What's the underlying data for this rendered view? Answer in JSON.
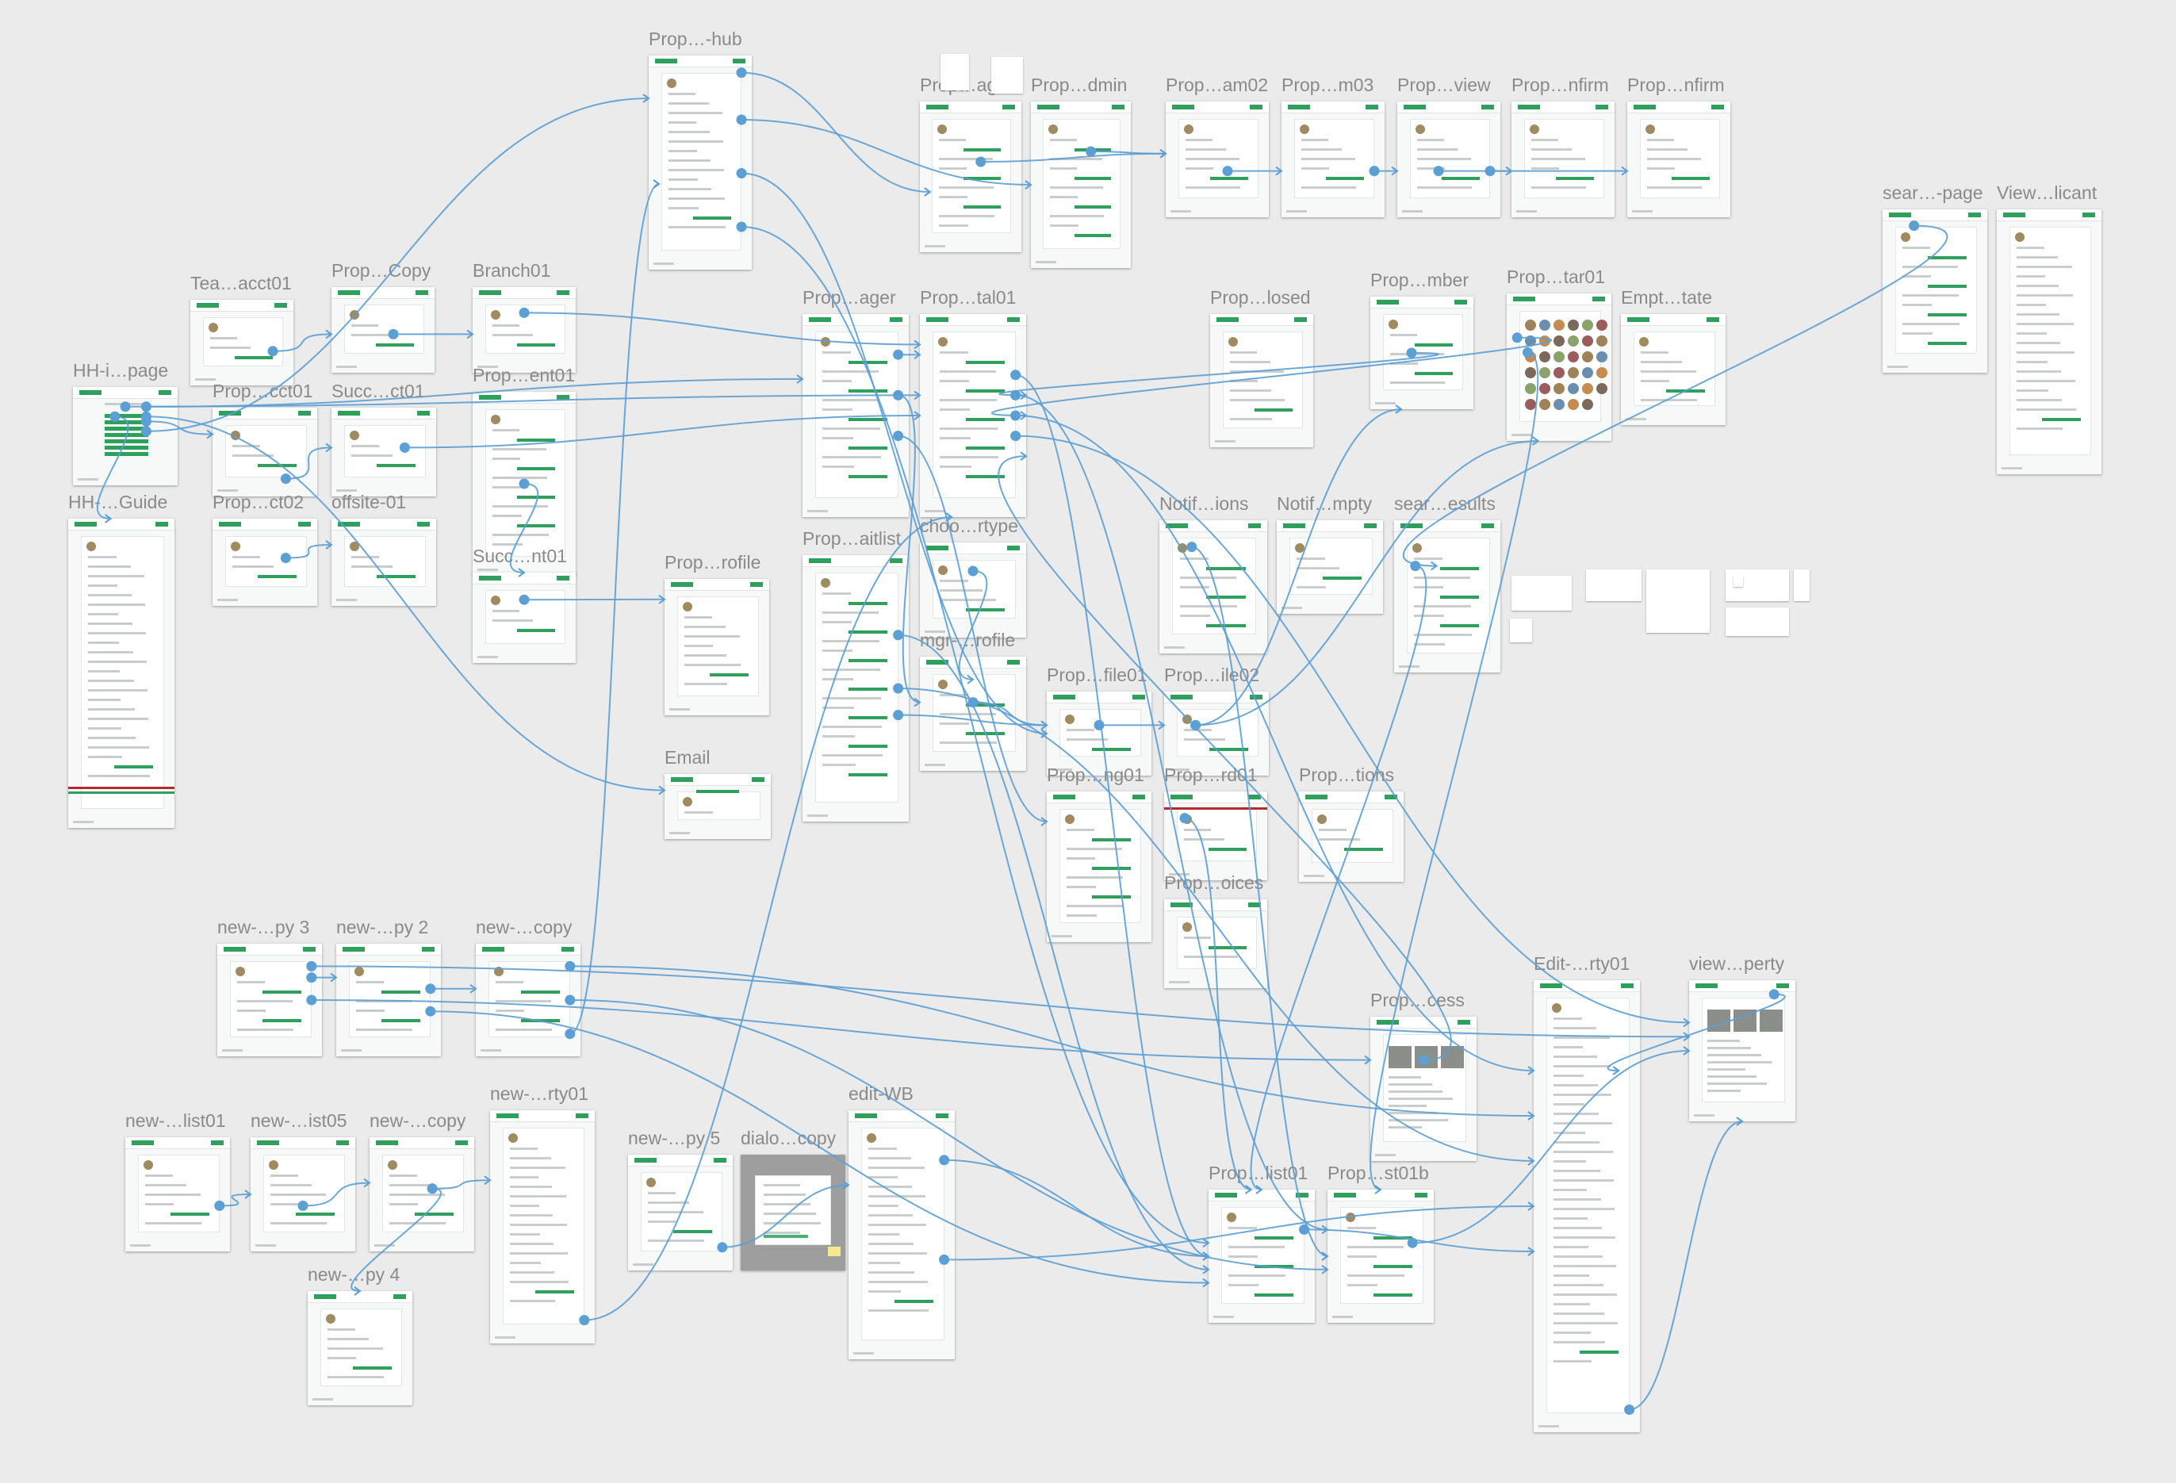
{
  "canvas": {
    "background": "#ebebeb",
    "wire_color": "#5b9fd4",
    "accent": "#2f9f5c",
    "alert": "#b52a2a",
    "sticky": "#f6e98d"
  },
  "floating_label": "",
  "boards": [
    {
      "id": "b_hub",
      "title": "Prop…-hub",
      "variant": "profile"
    },
    {
      "id": "b_ager1",
      "title": "Prop…ager",
      "variant": "list"
    },
    {
      "id": "b_dmin",
      "title": "Prop…dmin",
      "variant": "list"
    },
    {
      "id": "b_am02",
      "title": "Prop…am02",
      "variant": "form"
    },
    {
      "id": "b_m03",
      "title": "Prop…m03",
      "variant": "form"
    },
    {
      "id": "b_view",
      "title": "Prop…view",
      "variant": "form"
    },
    {
      "id": "b_nfirm1",
      "title": "Prop…nfirm",
      "variant": "form"
    },
    {
      "id": "b_nfirm2",
      "title": "Prop…nfirm",
      "variant": "form"
    },
    {
      "id": "b_tea",
      "title": "Tea…acct01",
      "variant": "form"
    },
    {
      "id": "b_copy",
      "title": "Prop…Copy",
      "variant": "form"
    },
    {
      "id": "b_branch",
      "title": "Branch01",
      "variant": "form"
    },
    {
      "id": "b_ager2",
      "title": "Prop…ager",
      "variant": "list"
    },
    {
      "id": "b_tal01",
      "title": "Prop…tal01",
      "variant": "list"
    },
    {
      "id": "b_losed",
      "title": "Prop…losed",
      "variant": "form"
    },
    {
      "id": "b_mber",
      "title": "Prop…mber",
      "variant": "list"
    },
    {
      "id": "b_tar01",
      "title": "Prop…tar01",
      "variant": "avatars"
    },
    {
      "id": "b_empt",
      "title": "Empt…tate",
      "variant": "form"
    },
    {
      "id": "b_sear",
      "title": "sear…-page",
      "variant": "list"
    },
    {
      "id": "b_viewl",
      "title": "View…licant",
      "variant": "doc"
    },
    {
      "id": "b_hhpage",
      "title": "HH-i…page",
      "variant": "hh"
    },
    {
      "id": "b_cct01",
      "title": "Prop…cct01",
      "variant": "form"
    },
    {
      "id": "b_succ1",
      "title": "Succ…ct01",
      "variant": "form"
    },
    {
      "id": "b_ent01",
      "title": "Prop…ent01",
      "variant": "list"
    },
    {
      "id": "b_hhguide",
      "title": "HH-…Guide",
      "variant": "doc"
    },
    {
      "id": "b_ct02",
      "title": "Prop…ct02",
      "variant": "form"
    },
    {
      "id": "b_offsite",
      "title": "offsite-01",
      "variant": "form"
    },
    {
      "id": "b_succ2",
      "title": "Succ…nt01",
      "variant": "form"
    },
    {
      "id": "b_rofile1",
      "title": "Prop…rofile",
      "variant": "form"
    },
    {
      "id": "b_aitlist",
      "title": "Prop…aitlist",
      "variant": "list"
    },
    {
      "id": "b_choo",
      "title": "choo…rtype",
      "variant": "form"
    },
    {
      "id": "b_mgr",
      "title": "mgr-…rofile",
      "variant": "list"
    },
    {
      "id": "b_notif",
      "title": "Notif…ions",
      "variant": "list"
    },
    {
      "id": "b_notifmpty",
      "title": "Notif…mpty",
      "variant": "form"
    },
    {
      "id": "b_searres",
      "title": "sear…esults",
      "variant": "list"
    },
    {
      "id": "b_email",
      "title": "Email",
      "variant": "email"
    },
    {
      "id": "b_file01",
      "title": "Prop…file01",
      "variant": "form"
    },
    {
      "id": "b_ile02",
      "title": "Prop…ile02",
      "variant": "form"
    },
    {
      "id": "b_ng01",
      "title": "Prop…ng01",
      "variant": "list"
    },
    {
      "id": "b_rd01",
      "title": "Prop…rd01",
      "variant": "alert"
    },
    {
      "id": "b_tions",
      "title": "Prop…tions",
      "variant": "form"
    },
    {
      "id": "b_oices",
      "title": "Prop…oices",
      "variant": "list"
    },
    {
      "id": "b_py3",
      "title": "new-…py 3",
      "variant": "list"
    },
    {
      "id": "b_py2",
      "title": "new-…py 2",
      "variant": "list"
    },
    {
      "id": "b_newcopy1",
      "title": "new-…copy",
      "variant": "list"
    },
    {
      "id": "b_cess",
      "title": "Prop…cess",
      "variant": "photos"
    },
    {
      "id": "b_editrty",
      "title": "Edit-…rty01",
      "variant": "doc"
    },
    {
      "id": "b_viewprop",
      "title": "view…perty",
      "variant": "photos"
    },
    {
      "id": "b_list01new",
      "title": "new-…list01",
      "variant": "form"
    },
    {
      "id": "b_ist05",
      "title": "new-…ist05",
      "variant": "form"
    },
    {
      "id": "b_newcopy2",
      "title": "new-…copy",
      "variant": "form"
    },
    {
      "id": "b_rty01",
      "title": "new-…rty01",
      "variant": "doc"
    },
    {
      "id": "b_py5",
      "title": "new-…py 5",
      "variant": "form"
    },
    {
      "id": "b_dialo",
      "title": "dialo…copy",
      "variant": "dialog"
    },
    {
      "id": "b_editwb",
      "title": "edit-WB",
      "variant": "doc"
    },
    {
      "id": "b_list01p",
      "title": "Prop…list01",
      "variant": "list"
    },
    {
      "id": "b_st01b",
      "title": "Prop…st01b",
      "variant": "list"
    },
    {
      "id": "b_py4",
      "title": "new-…py 4",
      "variant": "form"
    }
  ]
}
